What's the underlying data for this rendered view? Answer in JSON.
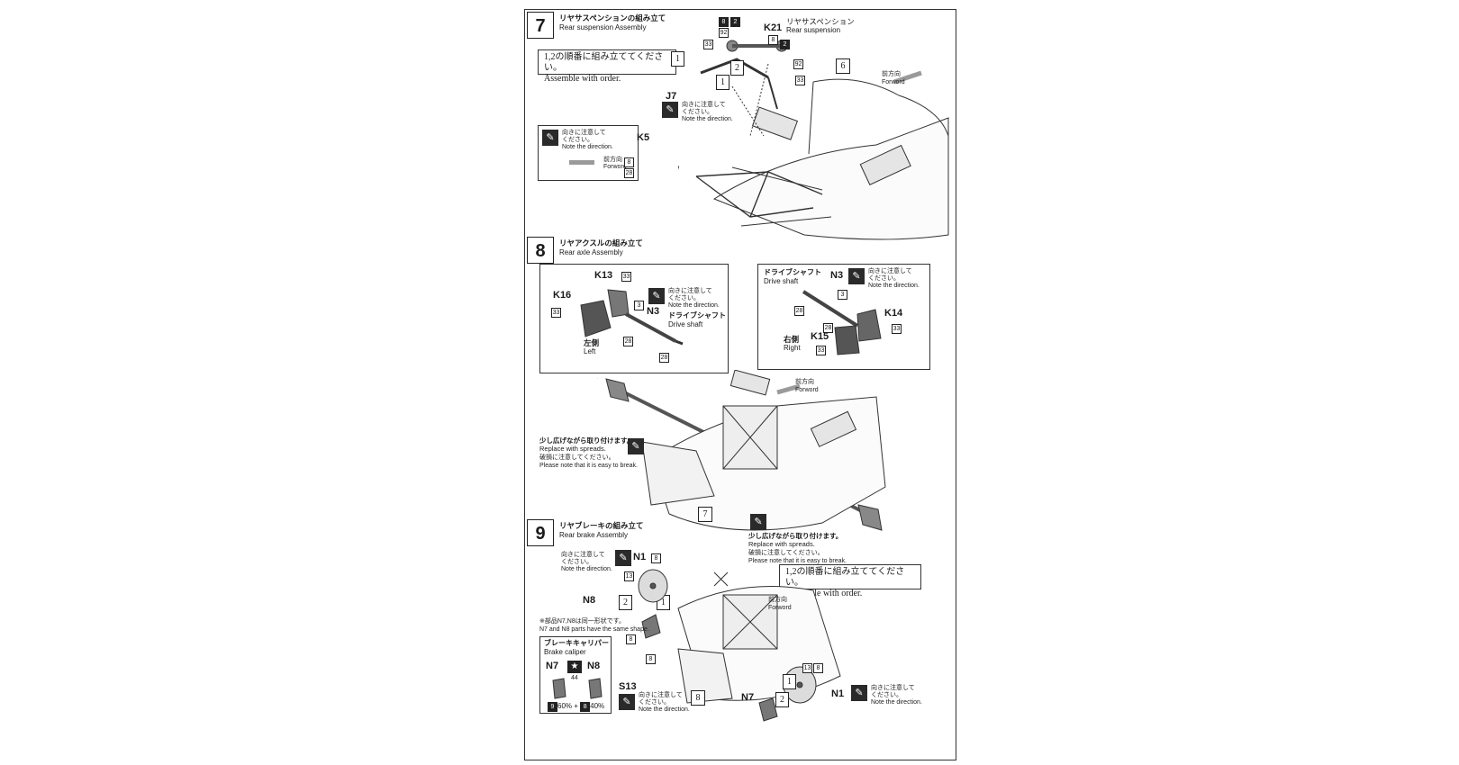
{
  "steps": [
    {
      "number": "7",
      "title_jp": "リヤサスペンションの組み立て",
      "title_en": "Rear suspension Assembly"
    },
    {
      "number": "8",
      "title_jp": "リヤアクスルの組み立て",
      "title_en": "Rear axle Assembly"
    },
    {
      "number": "9",
      "title_jp": "リヤブレーキの組み立て",
      "title_en": "Rear brake Assembly"
    }
  ],
  "order_note": {
    "jp": "1,2の順番に組み立ててください。",
    "en": "Assemble with order."
  },
  "direction_note": {
    "jp1": "向きに注意して",
    "jp2": "ください。",
    "en": "Note the direction."
  },
  "forward": {
    "jp": "前方向",
    "en": "Forword"
  },
  "spread_note": {
    "jp1": "少し広げながら取り付けます。",
    "en1": "Replace with spreads.",
    "jp2": "破損に注意してください。",
    "en2": "Please note that it is easy to break."
  },
  "parts": {
    "k21": "K21",
    "k21_jp": "リヤサスペンション",
    "k21_en": "Rear suspension",
    "j7": "J7",
    "k5": "K5",
    "k13": "K13",
    "k16": "K16",
    "n3": "N3",
    "k14": "K14",
    "k15": "K15",
    "n1": "N1",
    "n8": "N8",
    "n7": "N7",
    "s13": "S13"
  },
  "drive_shaft": {
    "jp": "ドライブシャフト",
    "en": "Drive shaft"
  },
  "left": {
    "jp": "左側",
    "en": "Left"
  },
  "right": {
    "jp": "右側",
    "en": "Right"
  },
  "ref_numbers": {
    "six": "6",
    "seven": "7",
    "eight": "8"
  },
  "sequence": {
    "one": "1",
    "two": "2"
  },
  "paint_codes": {
    "c8": "8",
    "c2": "2",
    "c33": "33",
    "c92": "92",
    "c28": "28",
    "c3": "3",
    "c13": "13"
  },
  "brake_caliper": {
    "jp": "ブレーキキャリパー",
    "en": "Brake caliper",
    "note_jp": "※部品N7,N8は同一形状です。",
    "note_en": "N7 and N8 parts have the same shape.",
    "mix_prefix": "9",
    "mix_a": "60% + ",
    "mix_b": "8",
    "mix_c": "40%",
    "marking": "44"
  },
  "colors": {
    "line": "#333333",
    "ink": "#1a1a1a",
    "arrow_gray": "#9a9a9a",
    "panel_bg": "#ffffff"
  }
}
